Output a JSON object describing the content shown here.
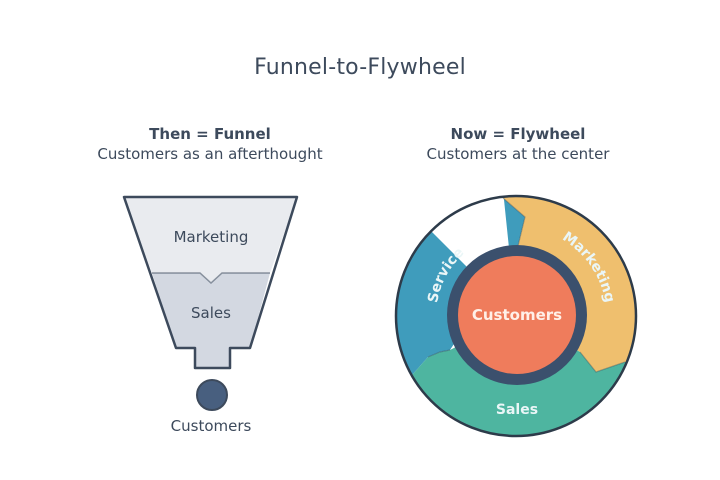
{
  "title": "Funnel-to-Flywheel",
  "funnel": {
    "heading": "Then = Funnel",
    "subheading": "Customers as an afterthought",
    "stages": [
      "Marketing",
      "Sales"
    ],
    "end_label": "Customers",
    "colors": {
      "top": "#e9ebef",
      "bottom": "#d3d8e1",
      "outline": "#3d4a5c",
      "dot": "#485f7f"
    }
  },
  "flywheel": {
    "heading": "Now = Flywheel",
    "subheading": "Customers at the center",
    "segments": [
      {
        "label": "Service",
        "color": "#3f9cbc"
      },
      {
        "label": "Marketing",
        "color": "#efbf6e"
      },
      {
        "label": "Sales",
        "color": "#4eb5a0"
      }
    ],
    "center_label": "Customers",
    "colors": {
      "center": "#ef7c5c",
      "ring": "#3b506d",
      "outline": "#2d3b4a"
    }
  }
}
